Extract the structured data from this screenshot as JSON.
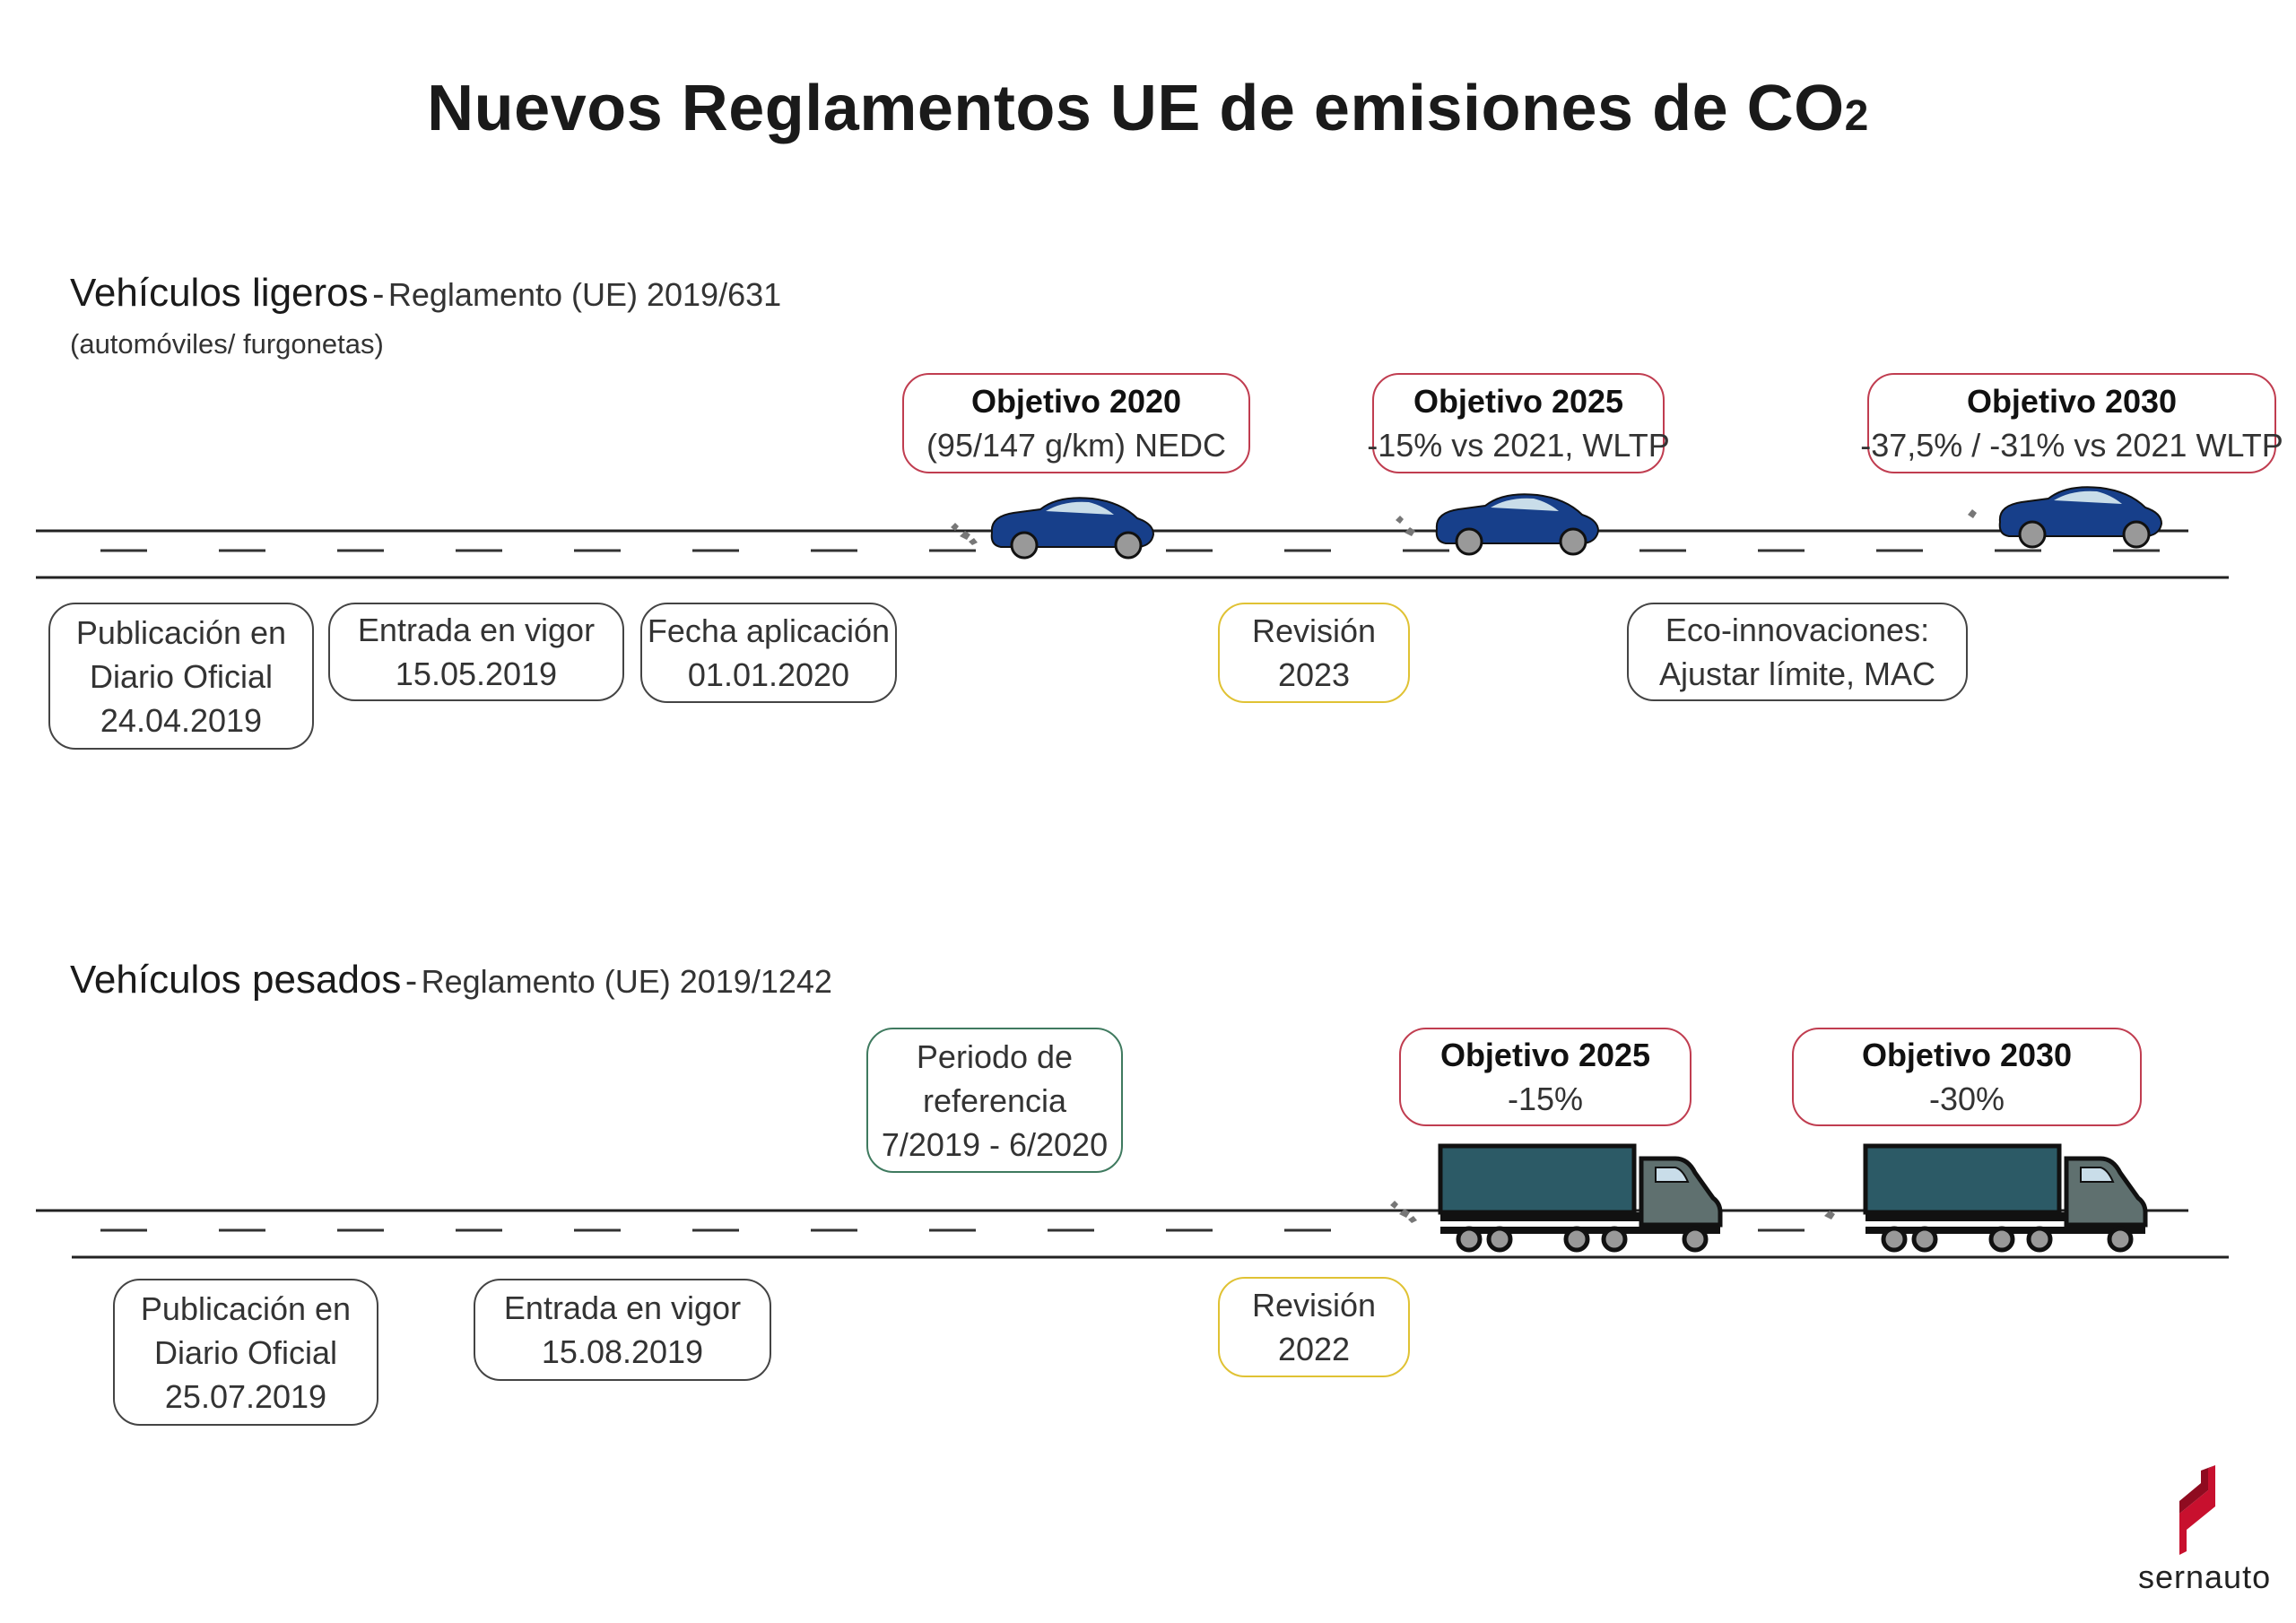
{
  "title": {
    "text": "Nuevos Reglamentos UE de emisiones de CO",
    "subscript": "2"
  },
  "light": {
    "heading": "Vehículos ligeros",
    "separator": "-",
    "regulation": "Reglamento (UE) 2019/631",
    "subtitle": "(automóviles/ furgonetas)",
    "targets": [
      {
        "title": "Objetivo 2020",
        "detail": "(95/147 g/km) NEDC"
      },
      {
        "title": "Objetivo 2025",
        "detail": "-15% vs 2021, WLTP"
      },
      {
        "title": "Objetivo 2030",
        "detail": "-37,5% / -31% vs 2021 WLTP"
      }
    ],
    "milestones": [
      {
        "lines": [
          "Publicación en",
          "Diario Oficial",
          "24.04.2019"
        ]
      },
      {
        "lines": [
          "Entrada en vigor",
          "15.05.2019"
        ]
      },
      {
        "lines": [
          "Fecha aplicación",
          "01.01.2020"
        ]
      },
      {
        "lines": [
          "Revisión",
          "2023"
        ]
      },
      {
        "lines": [
          "Eco-innovaciones:",
          "Ajustar límite, MAC"
        ]
      }
    ]
  },
  "heavy": {
    "heading": "Vehículos pesados",
    "separator": "-",
    "regulation": "Reglamento (UE) 2019/1242",
    "reference": {
      "lines": [
        "Periodo de",
        "referencia",
        "7/2019 - 6/2020"
      ]
    },
    "targets": [
      {
        "title": "Objetivo 2025",
        "detail": "-15%"
      },
      {
        "title": "Objetivo 2030",
        "detail": "-30%"
      }
    ],
    "milestones": [
      {
        "lines": [
          "Publicación en",
          "Diario Oficial",
          "25.07.2019"
        ]
      },
      {
        "lines": [
          "Entrada en vigor",
          "15.08.2019"
        ]
      },
      {
        "lines": [
          "Revisión",
          "2022"
        ]
      }
    ]
  },
  "logo": {
    "text": "sernauto"
  },
  "colors": {
    "target_border": "#c03d50",
    "review_border": "#e0c234",
    "reference_border": "#3f7a5f",
    "car_body": "#173f8a",
    "truck_body": "#2c5a66",
    "logo_red": "#c8102e"
  }
}
